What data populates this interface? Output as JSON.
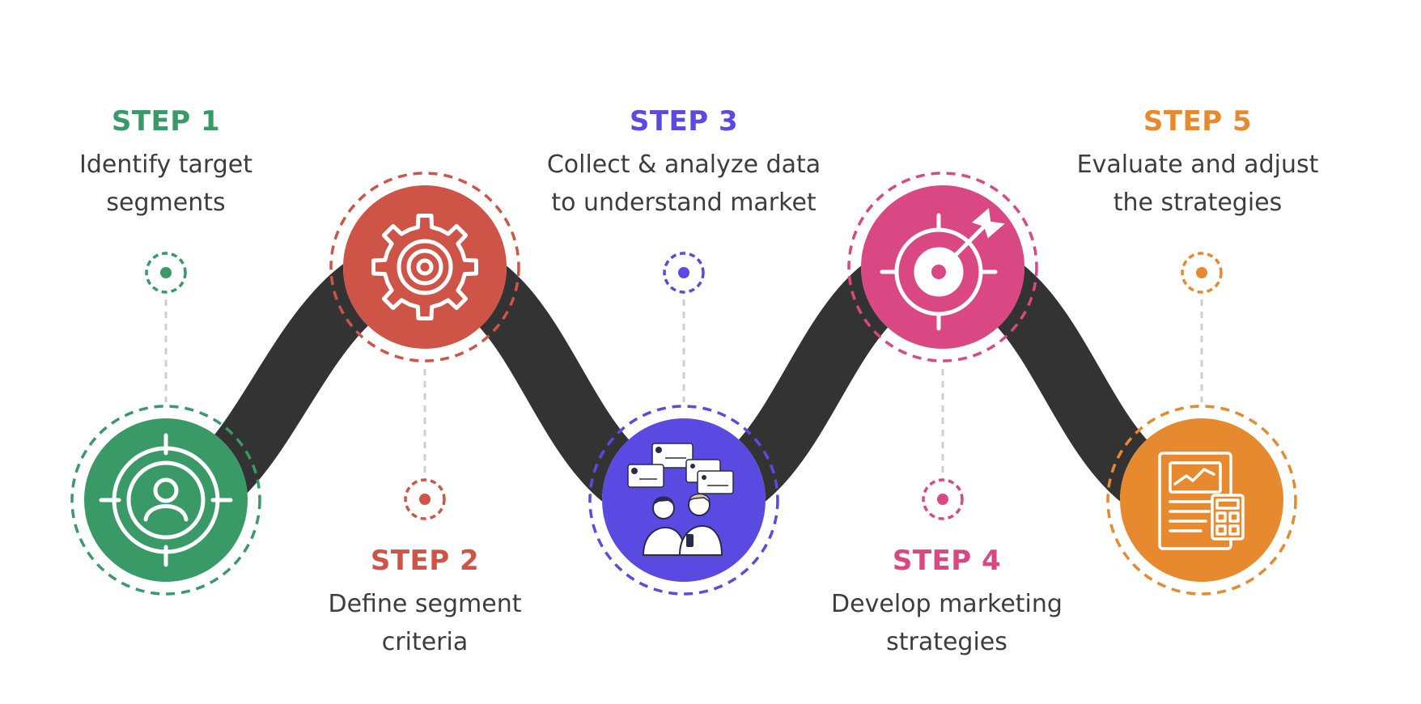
{
  "colors": {
    "road": "#333333",
    "connector": "#cfcfcf",
    "icon_stroke": "#ffffff"
  },
  "steps": [
    {
      "title": "STEP 1",
      "desc_lines": [
        "Identify target",
        "segments"
      ],
      "color": "#3a9a67",
      "icon": "target-user-icon"
    },
    {
      "title": "STEP 2",
      "desc_lines": [
        "Define segment",
        "criteria"
      ],
      "color": "#cf5448",
      "icon": "gear-target-icon"
    },
    {
      "title": "STEP 3",
      "desc_lines": [
        "Collect & analyze data",
        "to understand market"
      ],
      "color": "#5b4ae2",
      "icon": "people-chat-icon"
    },
    {
      "title": "STEP 4",
      "desc_lines": [
        "Develop marketing",
        "strategies"
      ],
      "color": "#d94883",
      "icon": "bullseye-arrow-icon"
    },
    {
      "title": "STEP 5",
      "desc_lines": [
        "Evaluate and adjust",
        "the strategies"
      ],
      "color": "#e6892f",
      "icon": "report-calculator-icon"
    }
  ]
}
